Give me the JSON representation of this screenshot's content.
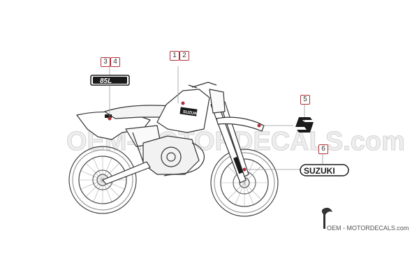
{
  "callouts": {
    "c1": "1",
    "c2": "2",
    "c3": "3",
    "c4": "4",
    "c5": "5",
    "c6": "6"
  },
  "decals": {
    "model_badge": "85L",
    "brand_wordmark": "SUZUKI",
    "tank_text": "SUZUKI"
  },
  "watermark": {
    "text": "OEM - MOTORDECALS.com",
    "background_text": "OEM-MOTORDECALS.com"
  },
  "colors": {
    "callout_border": "#b0303a",
    "line": "#8a8a8a",
    "decal_dark": "#1a1a1a",
    "watermark_gray": "#d6d6d6"
  }
}
